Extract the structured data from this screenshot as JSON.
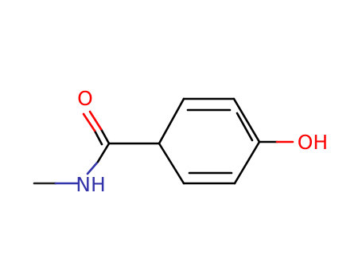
{
  "molecule": {
    "atoms": {
      "oxygen_carbonyl": "O",
      "nitrogen_amide": "NH",
      "oxygen_hydroxyl": "OH"
    },
    "colors": {
      "bond": "#000000",
      "oxygen": "#ff0000",
      "nitrogen": "#3333aa"
    }
  }
}
